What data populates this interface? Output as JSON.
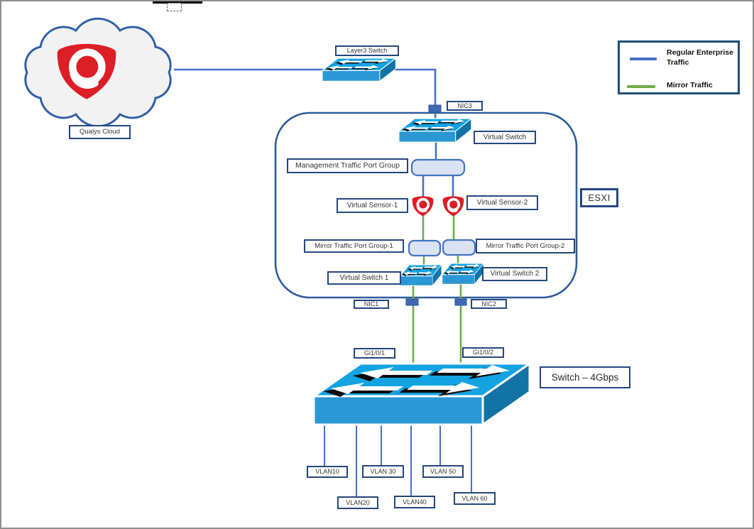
{
  "diagram": {
    "labels": {
      "qualys_cloud": "Qualys Cloud",
      "layer3_switch": "Layer3 Switch",
      "nic3": "NIC3",
      "virtual_switch": "Virtual Switch",
      "management_port_group": "Management Traffic Port Group",
      "virtual_sensor_1": "Virtual Sensor-1",
      "virtual_sensor_2": "Virtual Sensor-2",
      "mirror_port_group_1": "Mirror Traffic Port Group-1",
      "mirror_port_group_2": "Mirror Traffic Port Group-2",
      "virtual_switch_1": "Virtual Switch 1",
      "virtual_switch_2": "Virtual Switch 2",
      "esxi": "ESXI",
      "nic1": "NIC1",
      "nic2": "NIC2",
      "gi1_0_1": "Gi1/0/1",
      "gi1_0_2": "Gi1/0/2",
      "switch_4gbps": "Switch – 4Gbps",
      "vlan10": "VLAN10",
      "vlan30": "VLAN 30",
      "vlan50": "VLAN 50",
      "vlan20": "VLAN20",
      "vlan40": "VLAN40",
      "vlan60": "VLAN 60"
    },
    "legend": {
      "items": [
        {
          "label": "Regular Enterprise Traffic",
          "color": "#4472C4"
        },
        {
          "label": "Mirror Traffic",
          "color": "#70AD47"
        }
      ]
    },
    "colors": {
      "regular_traffic_line": "#4472C4",
      "mirror_traffic_line": "#70AD47",
      "label_border": "#24477E",
      "esxi_container_border": "#2E5C9E",
      "switch_top": "#14A3E1",
      "switch_front": "#2B97D4",
      "switch_side": "#1173A6",
      "qualys_red": "#DC1E26",
      "port_group_fill": "#DAE3F3",
      "cloud_fill": "#F2F2F2",
      "cloud_border": "#3060A8"
    }
  }
}
